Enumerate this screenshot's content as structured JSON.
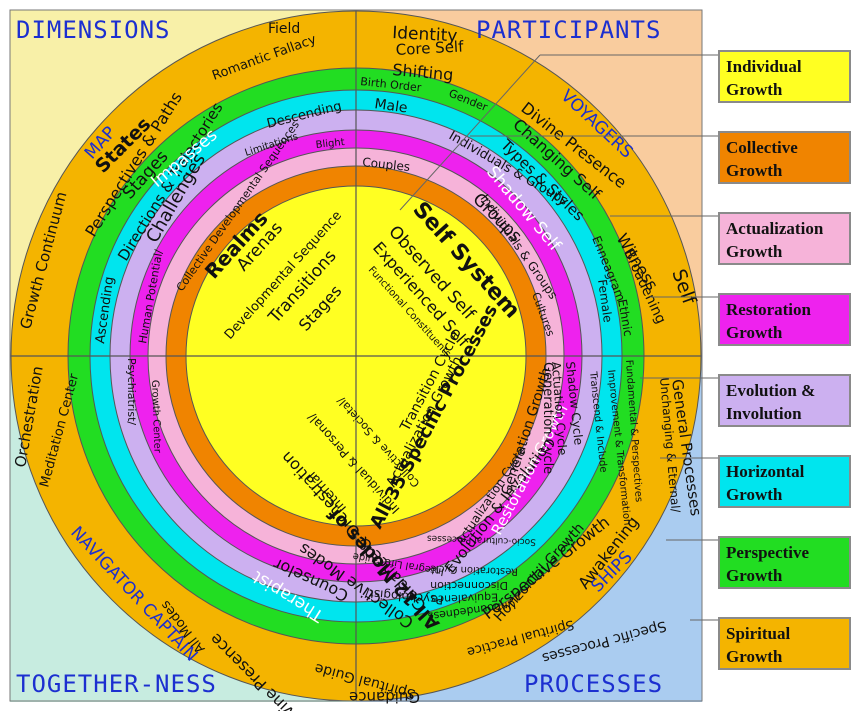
{
  "quadrants": {
    "top_left": "DIMENSIONS",
    "top_right": "PARTICIPANTS",
    "bottom_left": "TOGETHER-NESS",
    "bottom_right": "PROCESSES"
  },
  "corner_labels": {
    "map": "MAP",
    "voyagers": "VOYAGERS",
    "ships": "SHIPS",
    "navigator_captain": "NAVIGATOR CAPTAIN"
  },
  "colors": {
    "quadrant_top_left": "#f8f0a8",
    "quadrant_top_right": "#f9cc9e",
    "quadrant_bottom_left": "#c7ece0",
    "quadrant_bottom_right": "#aaccf0",
    "ring_spiritual": "#f4b400",
    "ring_perspective": "#22dd22",
    "ring_horizontal": "#00e5ee",
    "ring_evolution": "#ccb0f0",
    "ring_restoration": "#ee22ee",
    "ring_actualization": "#f6b3d9",
    "ring_collective": "#f08400",
    "ring_individual": "#ffff22",
    "title_blue": "#1c2fd0"
  },
  "rings": {
    "top_left": {
      "spiritual_outer": "Field",
      "spiritual_inner": "Romantic Fallacy",
      "spiritual_side": "Growth Continuum",
      "perspective": "Perspectives & Paths",
      "perspective_bold": "States",
      "horizontal": "Directions & Trajectories",
      "horizontal_bold": "Stages",
      "horizontal_side": "Ascending",
      "evolution": "Descending",
      "evolution_side": "Human Potential/",
      "restoration": "Challenges",
      "restoration_bold": "Impasses",
      "actualization": "Limitations",
      "actualization_b": "Blight",
      "collective": "Collective Developmental Sequences",
      "inner": [
        "Realms",
        "Arenas",
        "Developmental Sequence",
        "Transitions",
        "Stages"
      ]
    },
    "top_right": {
      "spiritual_outer": "Identity",
      "spiritual_mid": "Core Self",
      "spiritual_side_a": "Witness",
      "spiritual_side_b": "Self",
      "perspective": "Shifting",
      "perspective_b": "Divine Presence",
      "perspective_side": "Broadening",
      "horizontal_a": "Birth Order",
      "horizontal_b": "Gender",
      "horizontal_c": "Changing Self",
      "evolution_a": "Male",
      "evolution_b": "Types & Styles",
      "evolution_c": "Enneagram",
      "evolution_d": "Ethnic",
      "evolution_e": "Female",
      "restoration_a": "Individuals & Groups",
      "restoration_b": "Shadow Self",
      "actualization": "Individuals & Groups",
      "actualization_b": "Cultures",
      "collective_a": "Couples",
      "collective_b": "Groups",
      "inner": [
        "Self System",
        "Observed Self",
        "Experienced Self",
        "Functional Constituents"
      ]
    },
    "bottom_left": {
      "spiritual_outer": "Guidance",
      "spiritual_inner": "Spiritual Guide",
      "spiritual_side": "Orchestration",
      "perspective": "Divine Presence",
      "perspective_side": "Meditation Center",
      "horizontal": "All Modes",
      "evolution": "Counselor",
      "evolution_side": "Psychiatrist/",
      "restoration": "Therapist",
      "restoration_side": "Growth Center",
      "actualization": "Psychologist/",
      "actualization_b": "Integral Life Guide",
      "collective": "Collective Modes",
      "inner": [
        "All 12 Modes of",
        "Guidance & Orchestration",
        "Internal",
        "Individual & Personal/",
        "Collective & Societal/"
      ]
    },
    "bottom_right": {
      "spiritual_outer": "Specific Processes",
      "spiritual_inner": "Spiritual Practice",
      "spiritual_side_a": "General Processes",
      "spiritual_side_b": "Unchanging & Eternal/",
      "perspective": "Perspective Growth",
      "perspective_b": "Awakening",
      "perspective_side": "Fundamental & Perspectives",
      "horizontal": "Horizontal Growth",
      "horizontal_b": "Unboundedness",
      "horizontal_side": "Improvement & Transformation",
      "evolution": "Evolution & Involution",
      "evolution_b": "Equivalence",
      "evolution_side": "Transcend & Include",
      "restoration": "Restoration Growth",
      "restoration_b": "Disconnection",
      "restoration_side": "Shadow Cycle",
      "actualization": "Actualization Cycle",
      "actualization_b": "Restoration Cycle",
      "actualization_side": "Actuation Cycle",
      "collective": "Generation Growth",
      "collective_b": "Socio-cultural Processes",
      "collective_side": "Generation Cycle",
      "inner": [
        "All 35 Specific Processes",
        "Actualization Growth",
        "Transition Cycle"
      ]
    }
  },
  "legend": [
    {
      "line1": "Individual",
      "line2": "Growth",
      "color": "#ffff22"
    },
    {
      "line1": "Collective",
      "line2": "Growth",
      "color": "#f08400"
    },
    {
      "line1": "Actualization",
      "line2": "Growth",
      "color": "#f6b3d9"
    },
    {
      "line1": "Restoration",
      "line2": "Growth",
      "color": "#ee22ee"
    },
    {
      "line1": "Evolution &",
      "line2": "Involution",
      "color": "#ccb0f0"
    },
    {
      "line1": "Horizontal",
      "line2": "Growth",
      "color": "#00e5ee"
    },
    {
      "line1": "Perspective",
      "line2": "Growth",
      "color": "#22dd22"
    },
    {
      "line1": "Spiritual",
      "line2": "Growth",
      "color": "#f4b400"
    }
  ]
}
